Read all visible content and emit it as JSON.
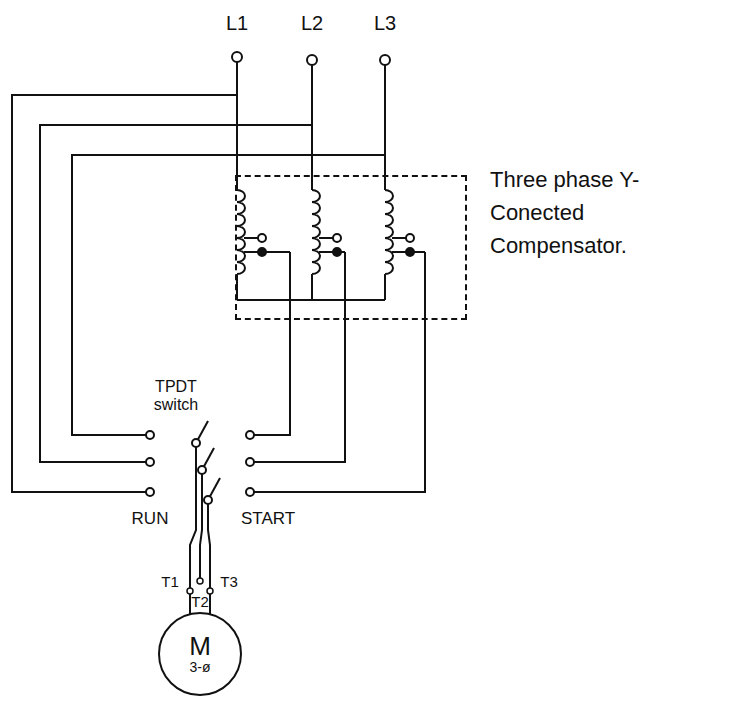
{
  "diagram": {
    "nodes": [
      {
        "text": [
          "Three phase Y-Conected Compensator."
        ]
      },
      {
        "text": [
          "M",
          "3-ø"
        ]
      }
    ],
    "labels": [
      "L1",
      "L2",
      "L3",
      "TPDT switch",
      "RUN",
      "START",
      "T1",
      "T2",
      "T3"
    ]
  }
}
